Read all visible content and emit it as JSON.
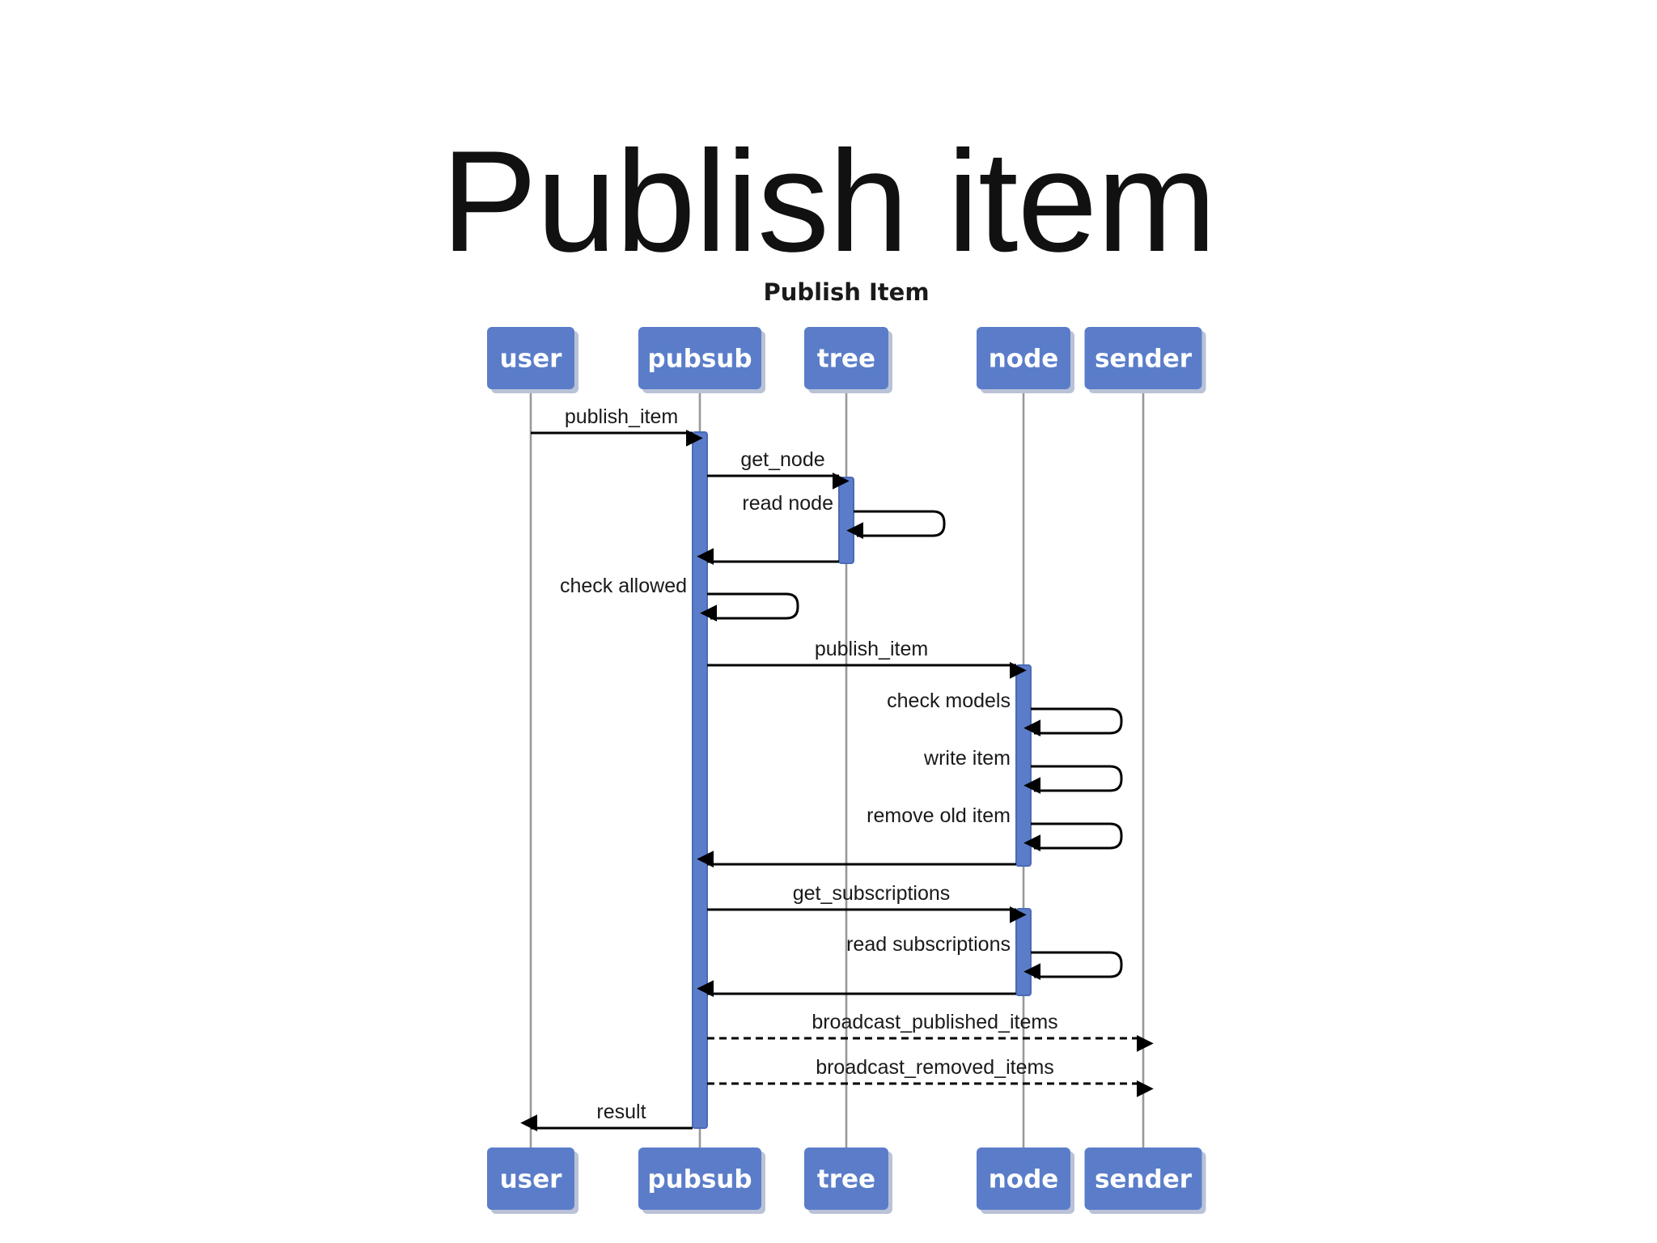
{
  "slide_title": "Publish item",
  "diagram": {
    "title": "Publish Item",
    "colors": {
      "actor_fill": "#5b7dc9",
      "actor_shadow": "#b9c2d6",
      "activation": "#5b7dc9",
      "line": "#000000",
      "lifeline": "#999999"
    },
    "actors": [
      {
        "id": "user",
        "label": "user"
      },
      {
        "id": "pubsub",
        "label": "pubsub"
      },
      {
        "id": "tree",
        "label": "tree"
      },
      {
        "id": "node",
        "label": "node"
      },
      {
        "id": "sender",
        "label": "sender"
      }
    ],
    "messages": [
      {
        "from": "user",
        "to": "pubsub",
        "label": "publish_item",
        "kind": "call"
      },
      {
        "from": "pubsub",
        "to": "tree",
        "label": "get_node",
        "kind": "call"
      },
      {
        "from": "tree",
        "to": "tree",
        "label": "read node",
        "kind": "self"
      },
      {
        "from": "tree",
        "to": "pubsub",
        "label": "",
        "kind": "return"
      },
      {
        "from": "pubsub",
        "to": "pubsub",
        "label": "check allowed",
        "kind": "self"
      },
      {
        "from": "pubsub",
        "to": "node",
        "label": "publish_item",
        "kind": "call"
      },
      {
        "from": "node",
        "to": "node",
        "label": "check models",
        "kind": "self"
      },
      {
        "from": "node",
        "to": "node",
        "label": "write item",
        "kind": "self"
      },
      {
        "from": "node",
        "to": "node",
        "label": "remove old item",
        "kind": "self"
      },
      {
        "from": "node",
        "to": "pubsub",
        "label": "",
        "kind": "return"
      },
      {
        "from": "pubsub",
        "to": "node",
        "label": "get_subscriptions",
        "kind": "call"
      },
      {
        "from": "node",
        "to": "node",
        "label": "read subscriptions",
        "kind": "self"
      },
      {
        "from": "node",
        "to": "pubsub",
        "label": "",
        "kind": "return"
      },
      {
        "from": "pubsub",
        "to": "sender",
        "label": "broadcast_published_items",
        "kind": "async"
      },
      {
        "from": "pubsub",
        "to": "sender",
        "label": "broadcast_removed_items",
        "kind": "async"
      },
      {
        "from": "pubsub",
        "to": "user",
        "label": "result",
        "kind": "return"
      }
    ]
  }
}
